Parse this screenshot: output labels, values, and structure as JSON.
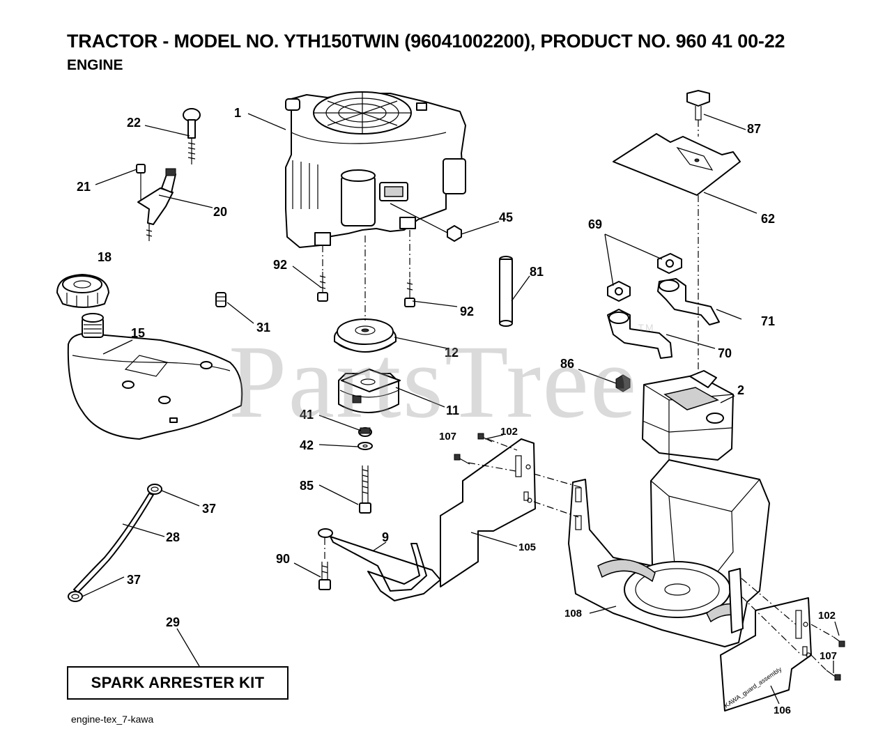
{
  "header": {
    "title": "TRACTOR - MODEL NO. YTH150TWIN (96041002200), PRODUCT NO. 960 41 00-22",
    "subtitle": "ENGINE"
  },
  "watermark": "PartsTree",
  "watermark_tm": "TM",
  "kit_box": {
    "label": "SPARK ARRESTER KIT"
  },
  "footer": {
    "code": "engine-tex_7-kawa"
  },
  "guard_label": "KAWA_guard_assembly",
  "callouts": {
    "c1": "1",
    "c2": "2",
    "c9": "9",
    "c11": "11",
    "c12": "12",
    "c15": "15",
    "c18": "18",
    "c20": "20",
    "c21": "21",
    "c22": "22",
    "c28": "28",
    "c29": "29",
    "c31": "31",
    "c37a": "37",
    "c37b": "37",
    "c41": "41",
    "c42": "42",
    "c45": "45",
    "c62": "62",
    "c69": "69",
    "c70": "70",
    "c71": "71",
    "c81": "81",
    "c85": "85",
    "c86": "86",
    "c87": "87",
    "c90": "90",
    "c92a": "92",
    "c92b": "92",
    "c102a": "102",
    "c102b": "102",
    "c105": "105",
    "c106": "106",
    "c107a": "107",
    "c107b": "107",
    "c108": "108"
  }
}
